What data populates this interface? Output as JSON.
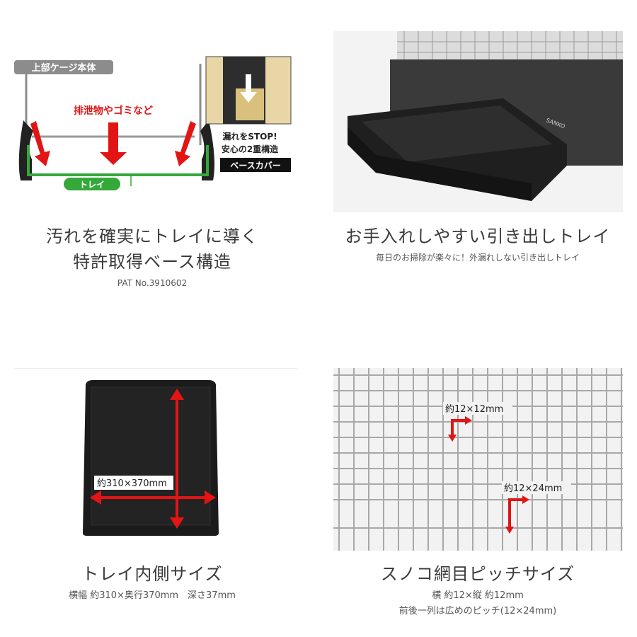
{
  "top_left": {
    "diagram": {
      "upper_cage_label": "上部ケージ本体",
      "waste_label": "排泄物やゴミなど",
      "leak_label_line1": "漏れをSTOP!",
      "leak_label_line2": "安心の2重構造",
      "base_cover_label": "ベースカバー",
      "tray_label": "トレイ"
    },
    "title_line1": "汚れを確実にトレイに導く",
    "title_line2": "特許取得ベース構造",
    "patent": "PAT No.3910602"
  },
  "top_right": {
    "brand": "SANKO",
    "title": "お手入れしやすい引き出しトレイ",
    "subtitle": "毎日のお掃除が楽々に！外漏れしない引き出しトレイ"
  },
  "bottom_left": {
    "size_label": "約310×370mm",
    "title": "トレイ内側サイズ",
    "note": "横幅 約310×奥行370mm　深さ37mm"
  },
  "bottom_right": {
    "pitch_label_1": "約12×12mm",
    "pitch_label_2": "約12×24mm",
    "title": "スノコ網目ピッチサイズ",
    "note_line1": "横 約12×縦 約12mm",
    "note_line2": "前後一列は広めのピッチ(12×24mm)"
  },
  "colors": {
    "arrow_red": "#e31414",
    "tray_green": "#35a83a",
    "cage_gray": "#8c8c8c",
    "tray_black": "#1b1b1b"
  }
}
